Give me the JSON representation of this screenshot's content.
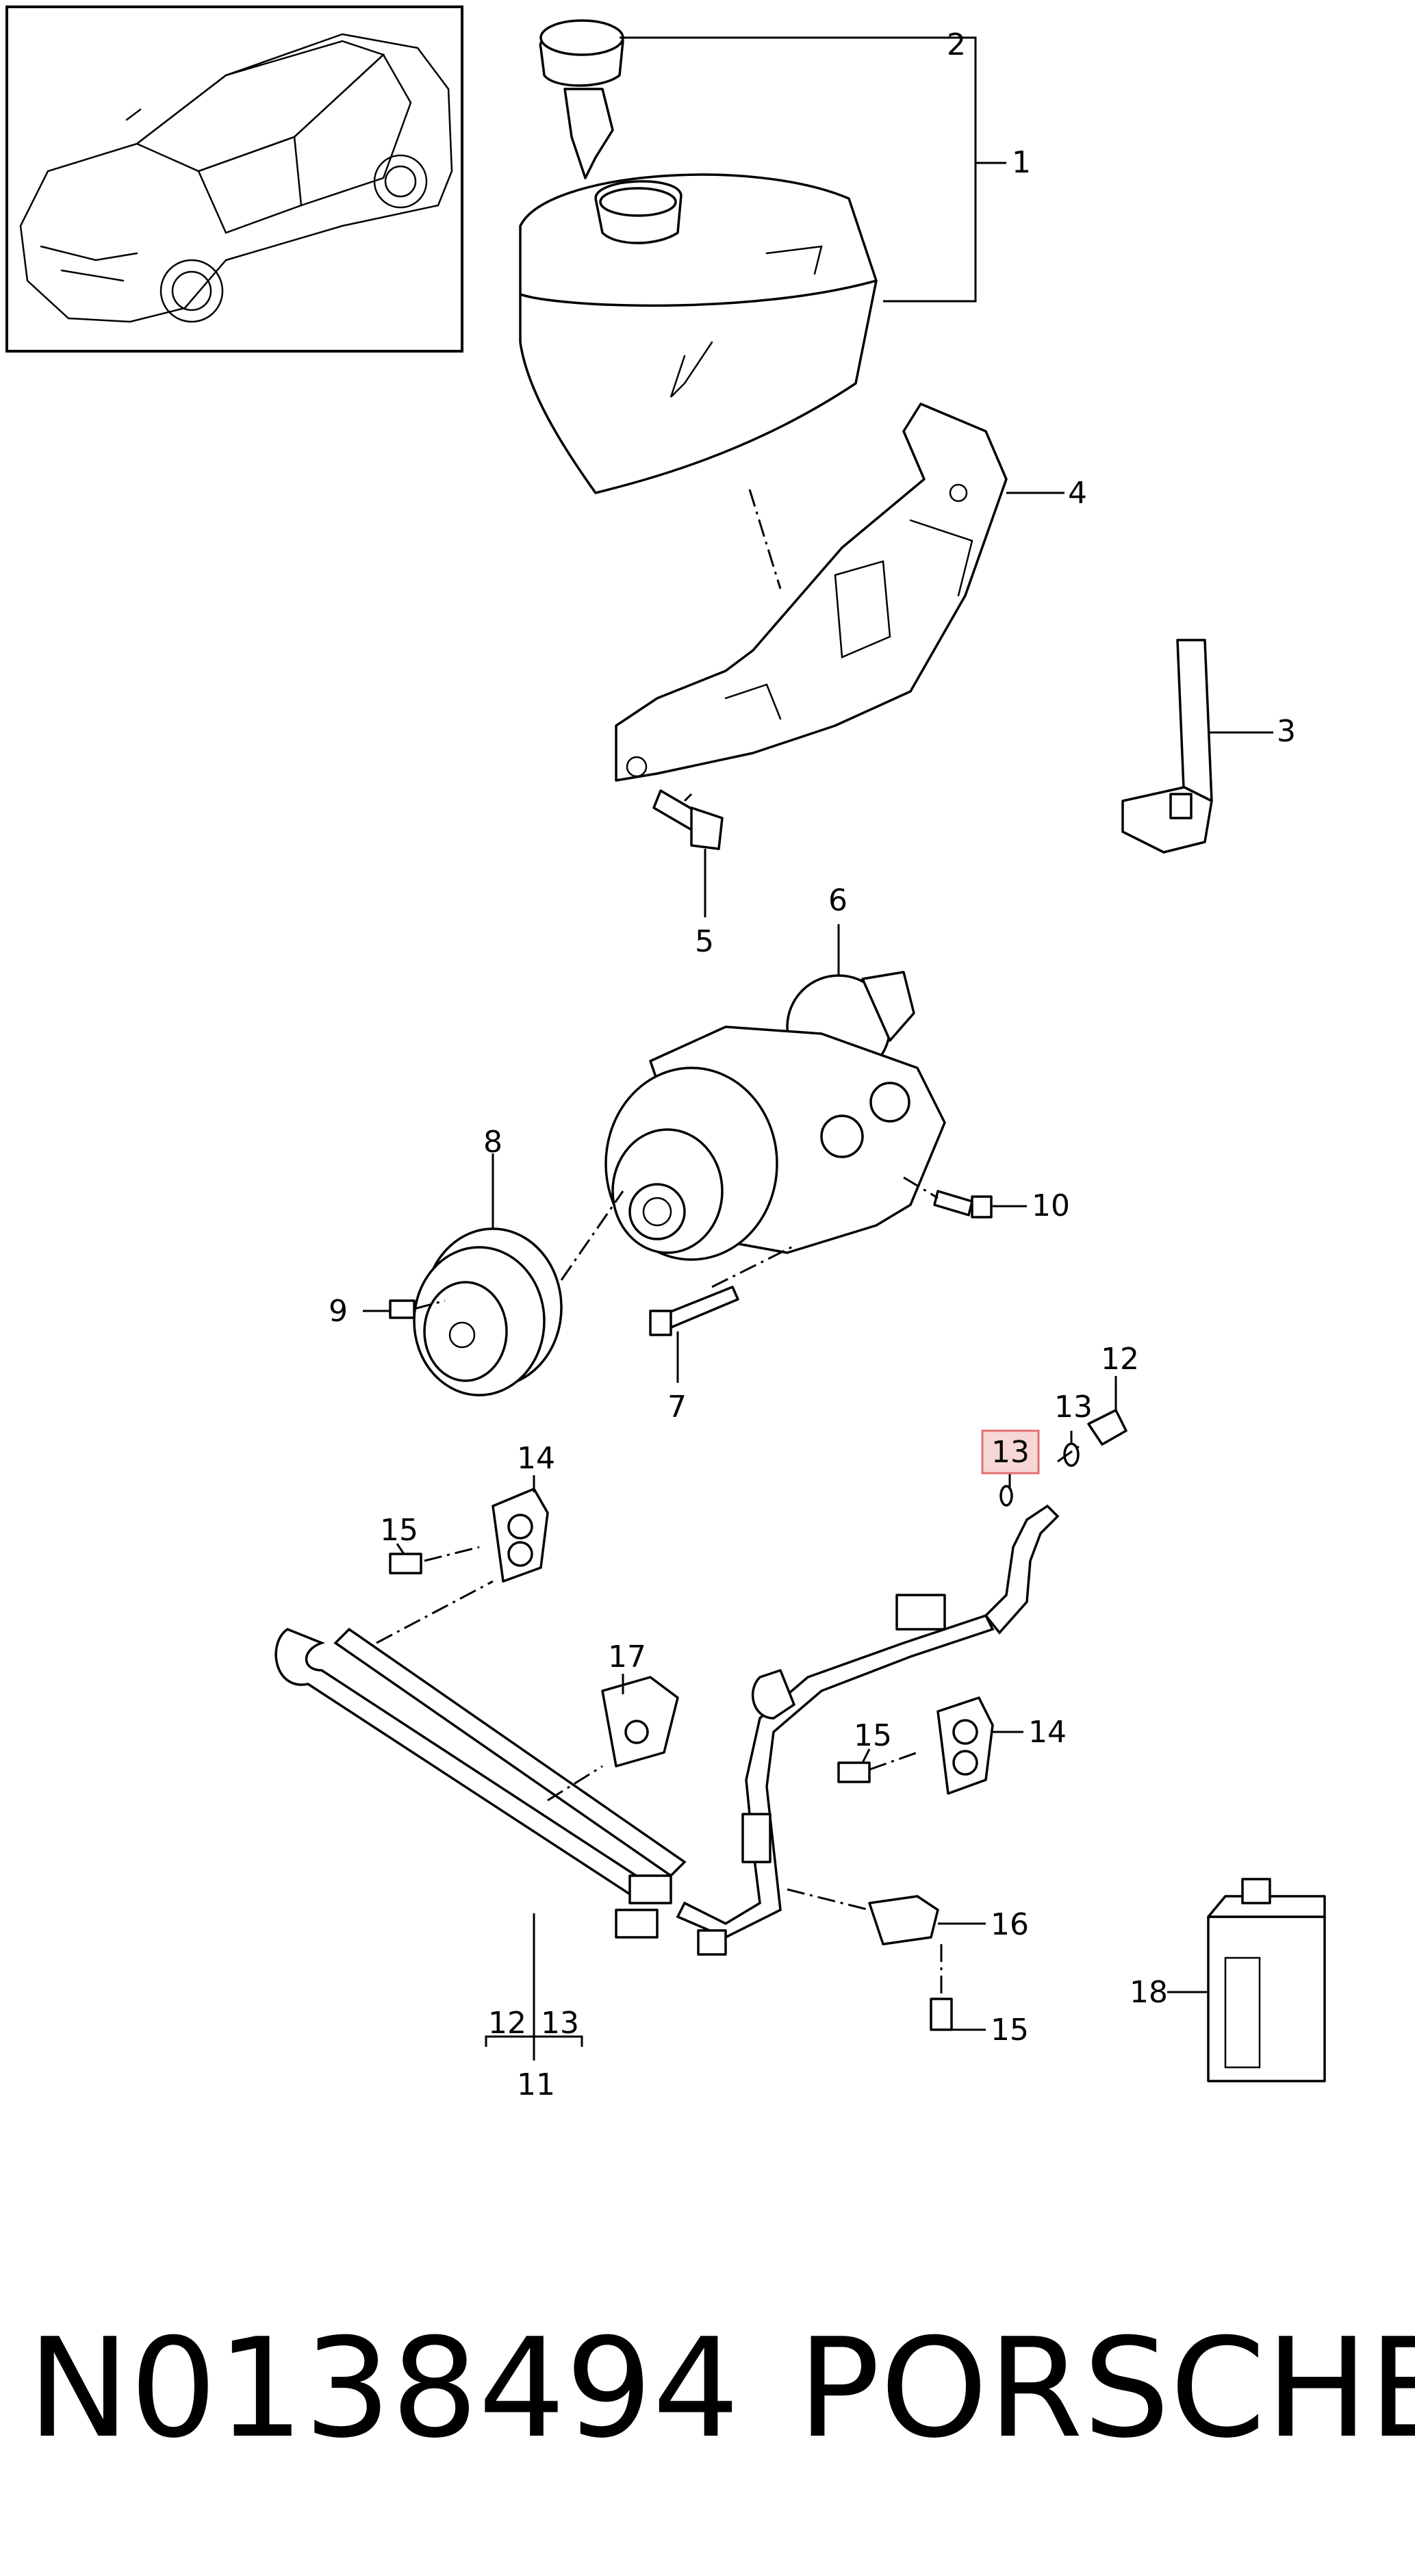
{
  "callouts": {
    "c1": "1",
    "c2": "2",
    "c3": "3",
    "c4": "4",
    "c5": "5",
    "c6": "6",
    "c7": "7",
    "c8": "8",
    "c9": "9",
    "c10": "10",
    "c12": "12",
    "c13a": "13",
    "c13_highlight": "13",
    "c14a": "14",
    "c14b": "14",
    "c15a": "15",
    "c15b": "15",
    "c15c": "15",
    "c16": "16",
    "c17": "17",
    "c18": "18",
    "c11": "11",
    "c12b": "12",
    "c13b": "13"
  },
  "caption": {
    "part_number": "N0138494",
    "brand": "PORSCHE"
  },
  "colors": {
    "highlight_fill": "#f7d6d6",
    "highlight_stroke": "#e07070",
    "line": "#000000"
  }
}
